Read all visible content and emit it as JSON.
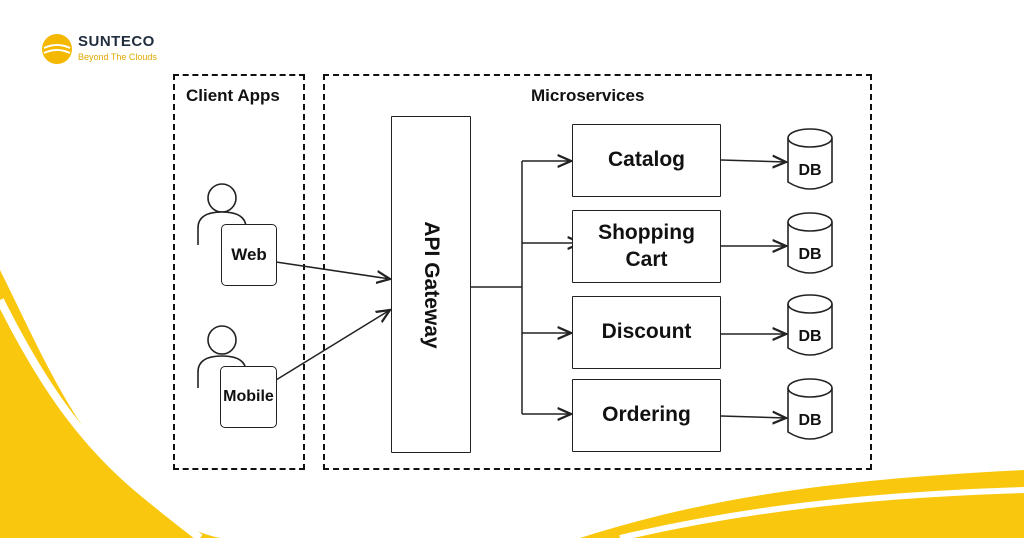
{
  "brand": {
    "name": "SUNTECO",
    "tagline": "Beyond The Clouds",
    "color_primary": "#f5b800",
    "color_text": "#1f2d3d"
  },
  "groups": {
    "client_apps": "Client Apps",
    "microservices": "Microservices"
  },
  "clients": {
    "web": "Web",
    "mobile": "Mobile"
  },
  "gateway": {
    "label": "API Gateway"
  },
  "services": [
    {
      "label": "Catalog",
      "db": "DB"
    },
    {
      "label": "Shopping Cart",
      "db": "DB"
    },
    {
      "label": "Discount",
      "db": "DB"
    },
    {
      "label": "Ordering",
      "db": "DB"
    }
  ],
  "colors": {
    "accent_wave": "#f9c80e",
    "line": "#222222"
  }
}
